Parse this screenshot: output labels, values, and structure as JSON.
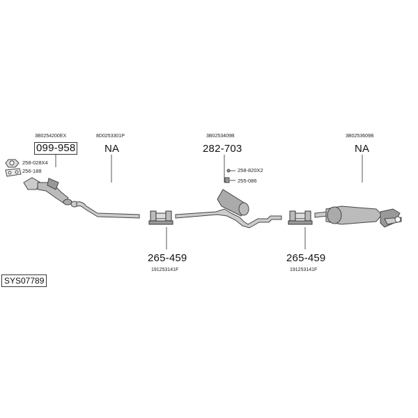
{
  "system_code": "SYS07789",
  "groups": [
    {
      "oe": "3B0254200EX",
      "part": "099-958"
    },
    {
      "oe": "8D0253301P",
      "part": "NA"
    },
    {
      "oe": "3B0253409B",
      "part": "282-703"
    },
    {
      "oe": "3B0253609B",
      "part": "NA"
    }
  ],
  "small_parts": [
    "258-028X4",
    "256-188",
    "258-820X2",
    "255-086"
  ],
  "clamps": [
    {
      "part": "265-459",
      "oe": "191253141F"
    },
    {
      "part": "265-459",
      "oe": "191253141F"
    }
  ]
}
